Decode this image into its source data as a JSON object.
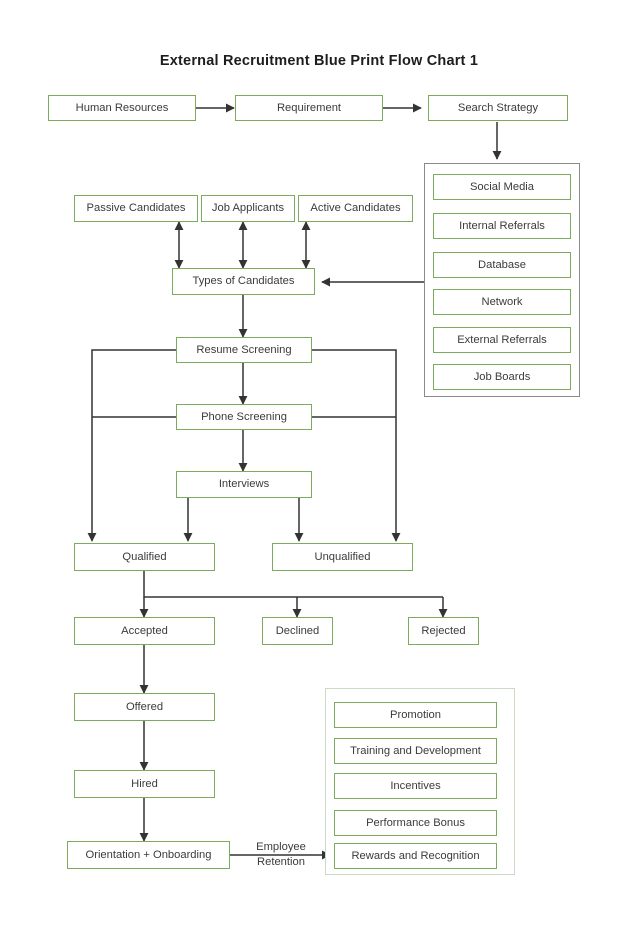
{
  "page": {
    "title": "External Recruitment Blue Print Flow Chart 1",
    "background": "#ffffff",
    "node_border_color": "#7cab5e",
    "group_border_color": "#8a8a8a",
    "soft_group_border_color": "#cfd9c8",
    "connector_color": "#333333",
    "text_color": "#3b3b3b"
  },
  "nodes": {
    "human_resources": "Human Resources",
    "requirement": "Requirement",
    "search_strategy": "Search Strategy",
    "passive_candidates": "Passive Candidates",
    "job_applicants": "Job Applicants",
    "active_candidates": "Active Candidates",
    "types_of_candidates": "Types of Candidates",
    "resume_screening": "Resume Screening",
    "phone_screening": "Phone Screening",
    "interviews": "Interviews",
    "qualified": "Qualified",
    "unqualified": "Unqualified",
    "accepted": "Accepted",
    "declined": "Declined",
    "rejected": "Rejected",
    "offered": "Offered",
    "hired": "Hired",
    "orientation_onboarding": "Orientation + Onboarding"
  },
  "sourcing_group": {
    "items": [
      "Social Media",
      "Internal Referrals",
      "Database",
      "Network",
      "External Referrals",
      "Job Boards"
    ]
  },
  "retention_group": {
    "items": [
      "Promotion",
      "Training and Development",
      "Incentives",
      "Performance Bonus",
      "Rewards and Recognition"
    ]
  },
  "edge_labels": {
    "employee_retention": "Employee\nRetention"
  }
}
